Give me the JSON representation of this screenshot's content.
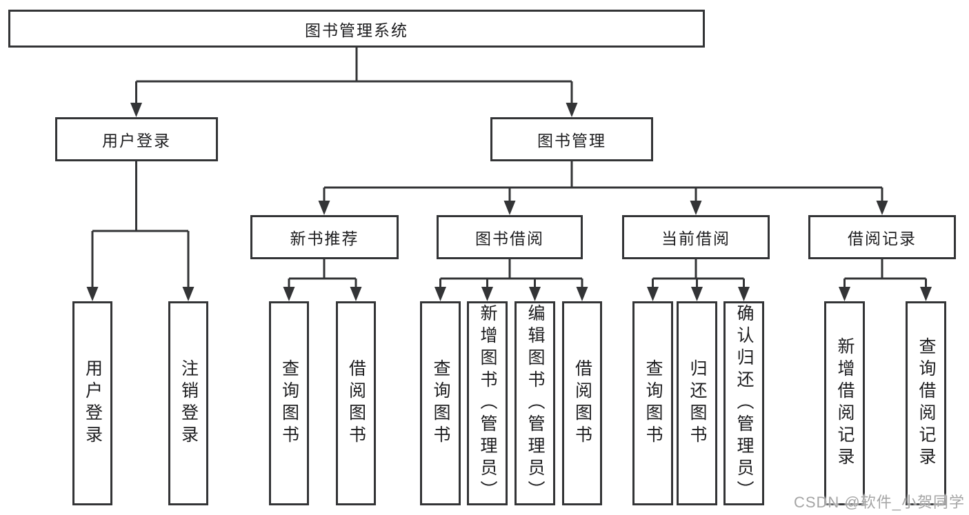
{
  "tree": {
    "label": "图书管理系统",
    "children": [
      {
        "label": "用户登录",
        "children": [
          {
            "label": "用户登录"
          },
          {
            "label": "注销登录"
          }
        ]
      },
      {
        "label": "图书管理",
        "children": [
          {
            "label": "新书推荐",
            "children": [
              {
                "label": "查询图书"
              },
              {
                "label": "借阅图书"
              }
            ]
          },
          {
            "label": "图书借阅",
            "children": [
              {
                "label": "查询图书"
              },
              {
                "label": "新增图书（管理员）"
              },
              {
                "label": "编辑图书（管理员）"
              },
              {
                "label": "借阅图书"
              }
            ]
          },
          {
            "label": "当前借阅",
            "children": [
              {
                "label": "查询图书"
              },
              {
                "label": "归还图书"
              },
              {
                "label": "确认归还（管理员）"
              }
            ]
          },
          {
            "label": "借阅记录",
            "children": [
              {
                "label": "新增借阅记录"
              },
              {
                "label": "查询借阅记录"
              }
            ]
          }
        ]
      }
    ]
  },
  "watermark": "CSDN @软件_小贺同学",
  "colors": {
    "line": "#333436",
    "box_border": "#333436",
    "text": "#1d1d1f",
    "watermark": "#a5a5a5",
    "background": "#ffffff"
  }
}
